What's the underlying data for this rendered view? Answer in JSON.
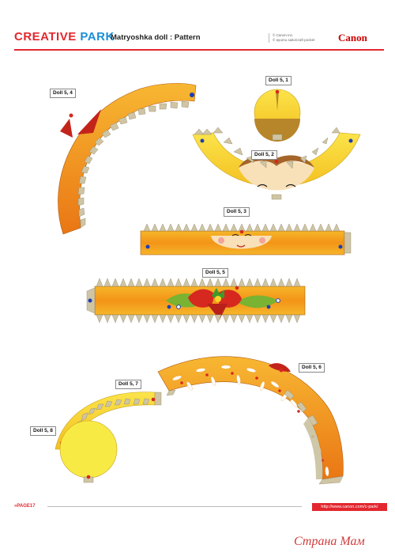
{
  "header": {
    "logo": {
      "part1": "CREATIVE",
      "part2": "PARK"
    },
    "title": "Matryoshka doll : Pattern",
    "credits": [
      "© Canon Inc.",
      "© ayumu saito/craft pocket"
    ],
    "brand": "Canon"
  },
  "labels": {
    "p4": "Doll 5, 4",
    "p1": "Doll 5, 1",
    "p2": "Doll 5, 2",
    "p3": "Doll 5, 3",
    "p5": "Doll 5, 5",
    "p6": "Doll 5, 6",
    "p7": "Doll 5, 7",
    "p8": "Doll 5, 8"
  },
  "footer": {
    "page": "»PAGE17",
    "url": "http://www.canon.com/c-park/"
  },
  "watermark": "Страна Мам",
  "colors": {
    "orange": "#f29a1f",
    "orange_dark": "#e36f10",
    "yellow": "#f8e62a",
    "tab": "#cfc5a4",
    "red": "#d6281f",
    "blue": "#1c3fb5"
  }
}
